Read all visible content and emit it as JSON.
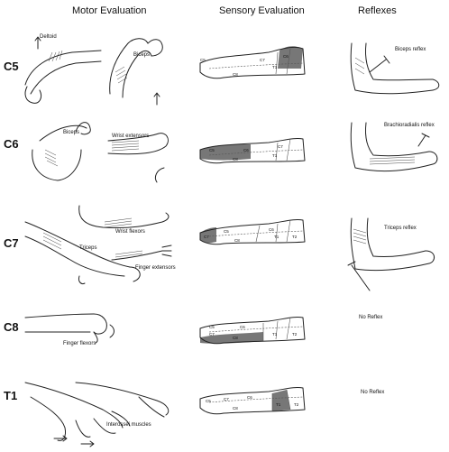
{
  "headers": {
    "motor": "Motor Evaluation",
    "sensory": "Sensory Evaluation",
    "reflexes": "Reflexes"
  },
  "rows": [
    {
      "level": "C5",
      "motor_labels": [
        "Deltoid",
        "Biceps"
      ],
      "derm_labels": [
        "C5",
        "C6",
        "C8",
        "T1",
        "C7"
      ],
      "shaded": "C5",
      "reflex": "Biceps reflex"
    },
    {
      "level": "C6",
      "motor_labels": [
        "Biceps",
        "Wrist extensors"
      ],
      "derm_labels": [
        "C5",
        "C6",
        "C8",
        "T1",
        "C7"
      ],
      "shaded": "C6",
      "reflex": "Brachioradialis reflex"
    },
    {
      "level": "C7",
      "motor_labels": [
        "Wrist flexors",
        "Triceps",
        "Finger extensors"
      ],
      "derm_labels": [
        "C5",
        "C6",
        "C8",
        "T1",
        "C7",
        "T2"
      ],
      "shaded": "C7",
      "reflex": "Triceps reflex"
    },
    {
      "level": "C8",
      "motor_labels": [
        "Finger flexors"
      ],
      "derm_labels": [
        "C5",
        "C6",
        "C8",
        "T1",
        "C7",
        "T2"
      ],
      "shaded": "C8",
      "reflex": "No Reflex"
    },
    {
      "level": "T1",
      "motor_labels": [
        "Interossei muscles"
      ],
      "derm_labels": [
        "C5",
        "C6",
        "C8",
        "T1",
        "C7",
        "T2"
      ],
      "shaded": "T1",
      "reflex": "No Reflex"
    }
  ],
  "icons": [
    "arm-motor-illustration",
    "arm-dermatome-illustration",
    "reflex-hammer-illustration",
    "arrow-icon"
  ]
}
